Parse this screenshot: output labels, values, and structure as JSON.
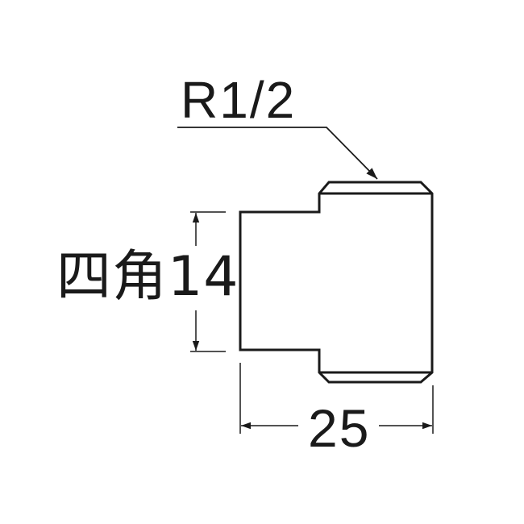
{
  "drawing": {
    "thread_label": "R1/2",
    "width_across_flats_label": "四角14",
    "length_label": "25",
    "line_color": "#1a1a1a",
    "background": "#ffffff"
  }
}
